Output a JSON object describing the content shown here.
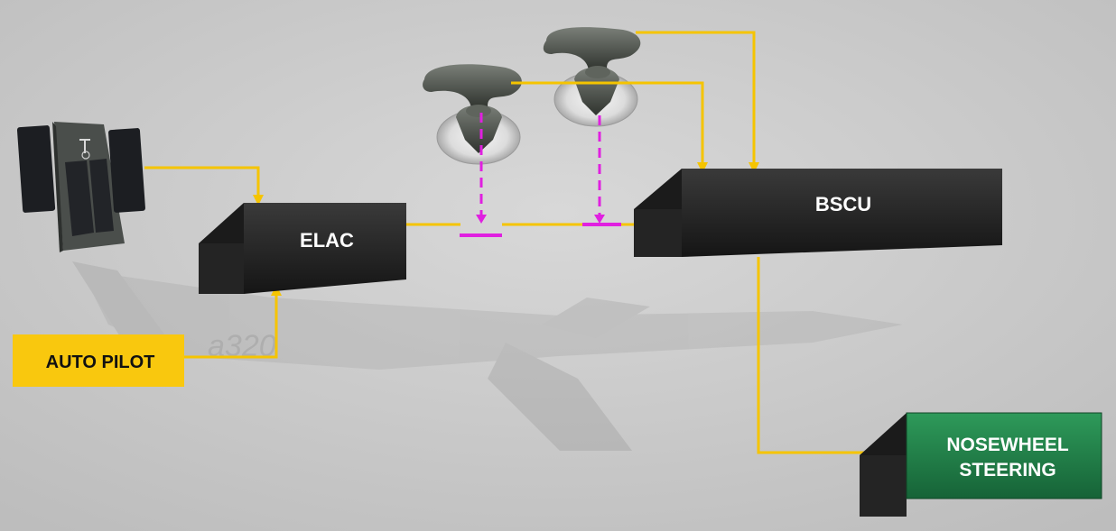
{
  "diagram": {
    "nodes": {
      "elac": {
        "label": "ELAC"
      },
      "bscu": {
        "label": "BSCU"
      },
      "autopilot": {
        "label": "AUTO PILOT"
      },
      "nosewheel": {
        "line1": "NOSEWHEEL",
        "line2": "STEERING"
      }
    },
    "watermark": {
      "text": "a320"
    },
    "colors": {
      "signal_line": "#f5c400",
      "tiller_link": "#e020e0",
      "autopilot_fill": "#f9c80e",
      "nosewheel_fill": "#1f7a45",
      "box_face": "#2a2a2a",
      "background": "#cfcfcf"
    },
    "icons": [
      "rudder-pedals-icon",
      "tiller-icon",
      "tiller-icon"
    ]
  }
}
